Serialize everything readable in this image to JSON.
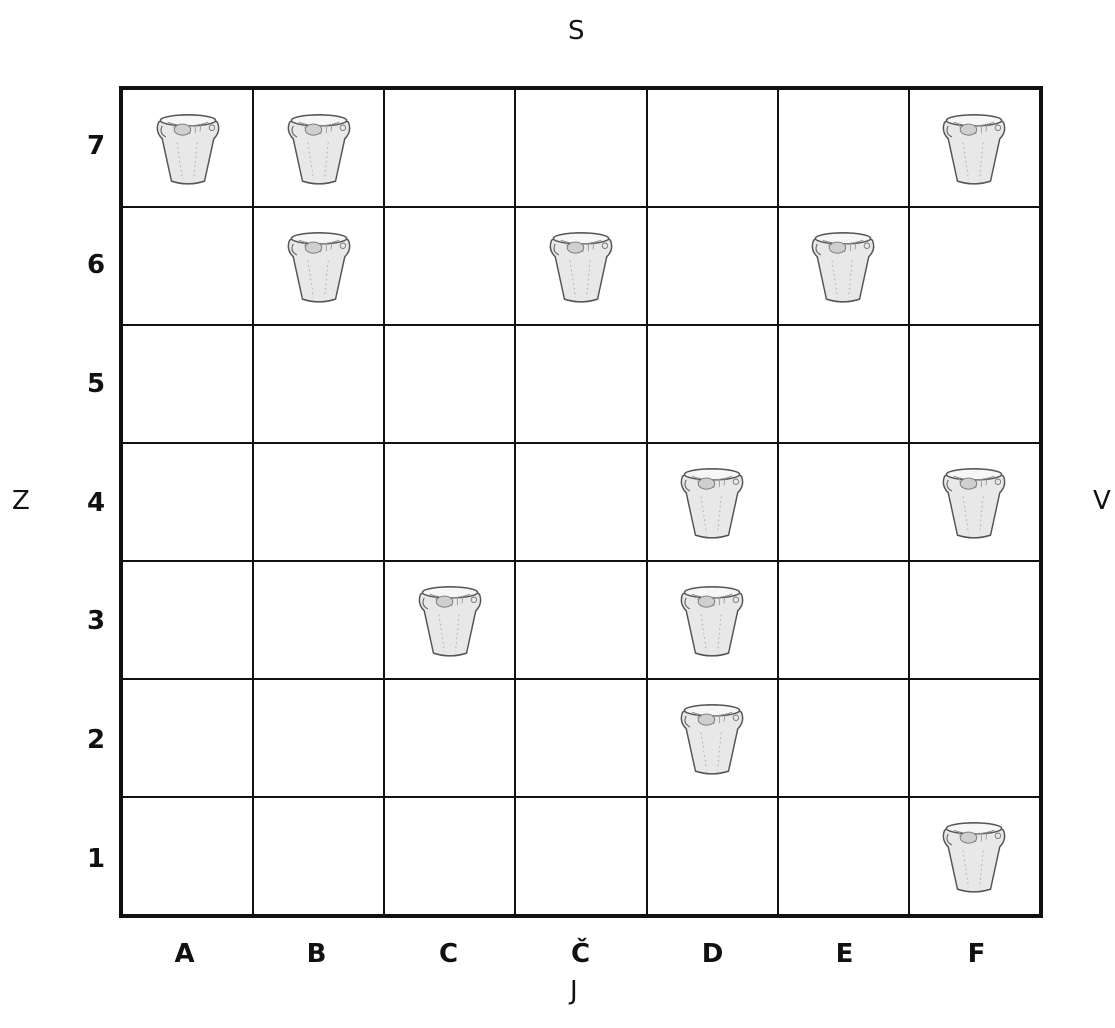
{
  "compass": {
    "north": "S",
    "south": "J",
    "west": "Z",
    "east": "V"
  },
  "columns": [
    "A",
    "B",
    "C",
    "Č",
    "D",
    "E",
    "F"
  ],
  "rows": [
    "7",
    "6",
    "5",
    "4",
    "3",
    "2",
    "1"
  ],
  "piece_icon": "clay-pot-icon",
  "pots": [
    {
      "col": "A",
      "row": "7"
    },
    {
      "col": "B",
      "row": "7"
    },
    {
      "col": "F",
      "row": "7"
    },
    {
      "col": "B",
      "row": "6"
    },
    {
      "col": "Č",
      "row": "6"
    },
    {
      "col": "E",
      "row": "6"
    },
    {
      "col": "D",
      "row": "4"
    },
    {
      "col": "F",
      "row": "4"
    },
    {
      "col": "C",
      "row": "3"
    },
    {
      "col": "D",
      "row": "3"
    },
    {
      "col": "D",
      "row": "2"
    },
    {
      "col": "F",
      "row": "1"
    }
  ]
}
